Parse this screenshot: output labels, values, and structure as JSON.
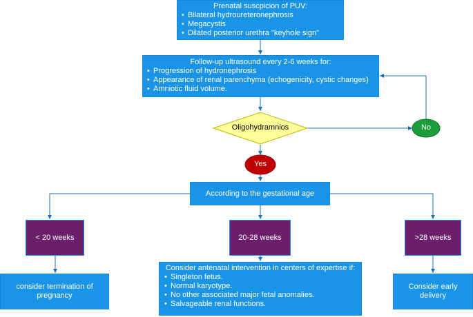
{
  "colors": {
    "box_blue": "#1a94e6",
    "box_purple": "#6b1f6b",
    "diamond_fill": "#ffff99",
    "yes_fill": "#c00000",
    "no_fill": "#1a9e3a",
    "arrow": "#1a6fb0"
  },
  "prenatal": {
    "title": "Prenatal suscpicion of PUV:",
    "items": [
      "Bilateral hydroureteronephrosis",
      "Megacystis",
      "Dilated posterior urethra \"keyhole sign\""
    ]
  },
  "followup": {
    "title": "Follow-up ultrasound every 2-6 weeks for:",
    "items": [
      "Progression of hydronephrosis",
      "Appearance of renal parenchyma (echogenicity, cystic changes)",
      "Amniotic fluid volume."
    ]
  },
  "decision": {
    "label": "Oligohydramnios",
    "yes": "Yes",
    "no": "No"
  },
  "gestational": {
    "label": "According to the gestational age"
  },
  "branches": {
    "lt20": {
      "label": "< 20 weeks",
      "outcome": "consider termination of pregnancy"
    },
    "mid": {
      "label": "20-28 weeks",
      "outcome_title": "Consider antenatal intervention in centers of expertise if:",
      "outcome_items": [
        "Singleton fetus.",
        "Normal karyotype.",
        "No other associated major fetal anomalies.",
        "Salvageable renal functions."
      ]
    },
    "gt28": {
      "label": ">28 weeks",
      "outcome": "Consider early delivery"
    }
  }
}
